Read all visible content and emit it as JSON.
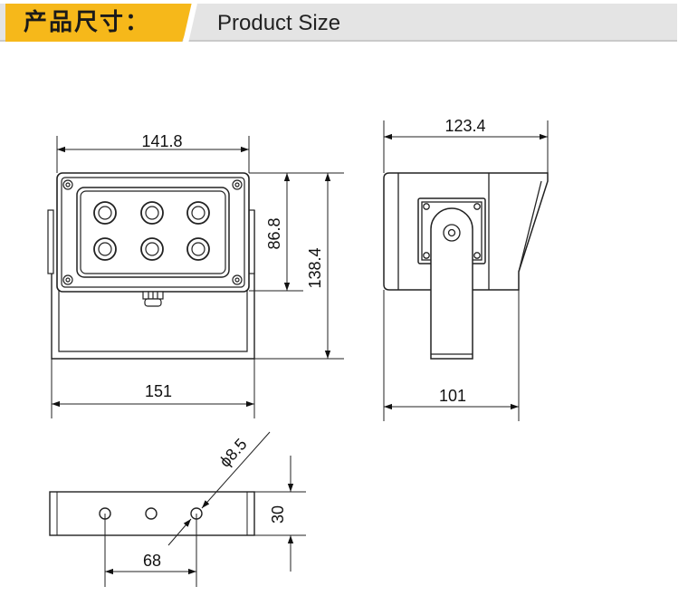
{
  "header": {
    "title_cn": "产品尺寸：",
    "title_en": "Product Size"
  },
  "dimensions": {
    "front_width_top": "141.8",
    "front_width_bottom": "151",
    "front_height_inner": "86.8",
    "front_height_total": "138.4",
    "side_depth_top": "123.4",
    "side_depth_bottom": "101",
    "bracket_hole_diameter": "ϕ8.5",
    "bracket_height": "30",
    "bracket_hole_spacing": "68"
  },
  "colors": {
    "accent": "#f6b81a",
    "line": "#222222",
    "banner_gray": "#e4e4e4"
  }
}
